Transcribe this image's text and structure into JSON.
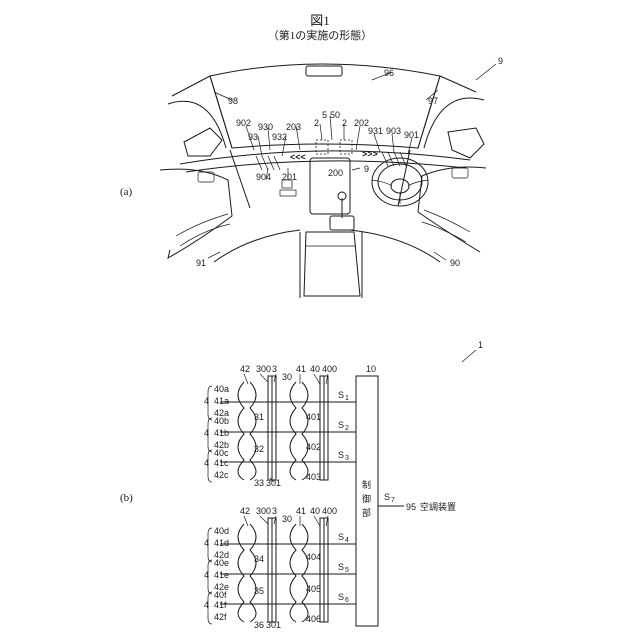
{
  "header": {
    "title": "図1",
    "subtitle": "（第1の実施の形態）"
  },
  "panels": {
    "a": "(a)",
    "b": "(b)"
  },
  "vehicle": {
    "ref_vehicle": "9",
    "ref_windshield": "96",
    "ref_left_pillar": "98",
    "ref_right_pillar": "97",
    "ref_left_door": "91",
    "ref_right_door": "90",
    "ref_902": "902",
    "ref_93": "93",
    "ref_930": "930",
    "ref_932": "932",
    "ref_203": "203",
    "ref_2a": "2",
    "ref_5": "5",
    "ref_50": "50",
    "ref_2b": "2",
    "ref_202": "202",
    "ref_931": "931",
    "ref_903": "903",
    "ref_901": "901",
    "ref_904": "904",
    "ref_201": "201",
    "ref_200": "200",
    "ref_9b": "9",
    "arrows_left": "<<<",
    "arrows_right": ">>>"
  },
  "device": {
    "ref_system": "1",
    "ref_10": "10",
    "controller_label": [
      "制",
      "御",
      "部"
    ],
    "signal_s7": "S",
    "signal_s7_sub": "7",
    "ac_ref": "95",
    "ac_label": "空調装置",
    "upper": {
      "top_labels": [
        "42",
        "300",
        "3",
        "41",
        "40",
        "400"
      ],
      "ref_30": "30",
      "groups": [
        {
          "p40": "40a",
          "p41": "41a",
          "p42": "42a",
          "four": "4",
          "mid": "31",
          "drv": "401",
          "sig": "S",
          "sub": "1"
        },
        {
          "p40": "40b",
          "p41": "41b",
          "p42": "42b",
          "four": "4",
          "mid": "32",
          "drv": "402",
          "sig": "S",
          "sub": "2"
        },
        {
          "p40": "40c",
          "p41": "41c",
          "p42": "42c",
          "four": "4",
          "mid": "33",
          "drv": "403",
          "sig": "S",
          "sub": "3"
        }
      ],
      "ref_301": "301"
    },
    "lower": {
      "top_labels": [
        "42",
        "300",
        "3",
        "41",
        "40",
        "400"
      ],
      "ref_30": "30",
      "groups": [
        {
          "p40": "40d",
          "p41": "41d",
          "p42": "42d",
          "four": "4",
          "mid": "34",
          "drv": "404",
          "sig": "S",
          "sub": "4"
        },
        {
          "p40": "40e",
          "p41": "41e",
          "p42": "42e",
          "four": "4",
          "mid": "35",
          "drv": "405",
          "sig": "S",
          "sub": "5"
        },
        {
          "p40": "40f",
          "p41": "41f",
          "p42": "42f",
          "four": "4",
          "mid": "36",
          "drv": "406",
          "sig": "S",
          "sub": "6"
        }
      ],
      "ref_301": "301"
    }
  }
}
